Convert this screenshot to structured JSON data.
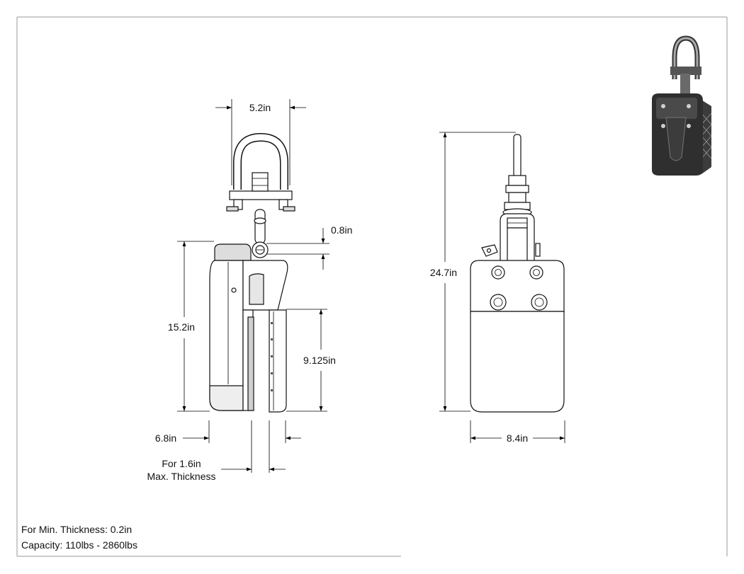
{
  "dimensions": {
    "shackle_width": "5.2in",
    "pin_offset": "0.8in",
    "body_height": "15.2in",
    "jaw_depth": "9.125in",
    "total_height": "24.7in",
    "side_depth": "6.8in",
    "front_width": "8.4in",
    "max_thickness_line1": "For 1.6in",
    "max_thickness_line2": "Max. Thickness"
  },
  "notes": {
    "min_thickness": "For Min. Thickness: 0.2in",
    "capacity": "Capacity: 110lbs - 2860lbs"
  },
  "colors": {
    "line": "#111111",
    "part_fill": "#ffffff",
    "part_grey": "#d4d4d4",
    "iso_dark": "#2f2f2f"
  }
}
